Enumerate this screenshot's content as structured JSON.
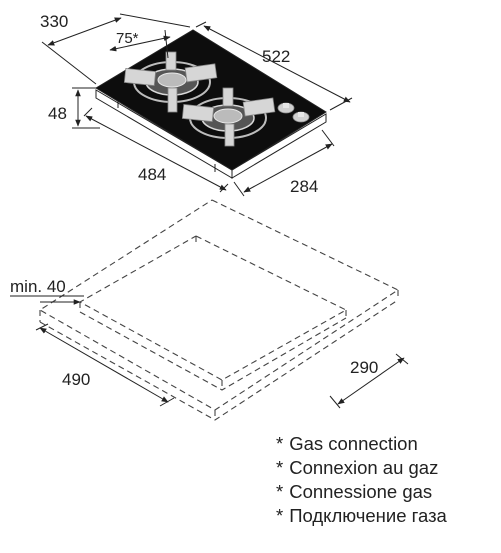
{
  "dimensions": {
    "top_depth": "330",
    "gas_offset": "75*",
    "top_width": "522",
    "height": "48",
    "body_width": "484",
    "body_depth": "284",
    "min_clearance": "min. 40",
    "cutout_width": "490",
    "cutout_depth": "290"
  },
  "legend": {
    "marker": "*",
    "items": [
      "Gas connection",
      "Connexion au gaz",
      "Connessione gas",
      "Подключение газа"
    ]
  },
  "colors": {
    "glass": "#0d0d0d",
    "steel": "#c8c8c8",
    "line": "#222222"
  }
}
